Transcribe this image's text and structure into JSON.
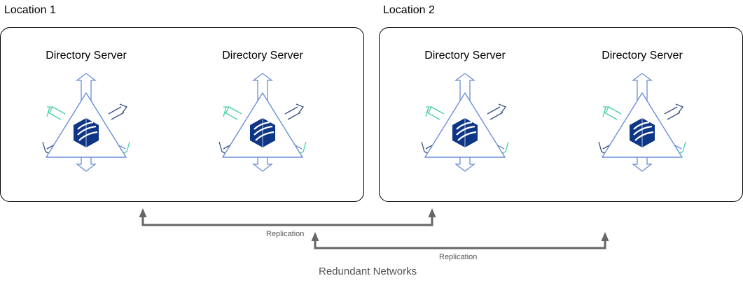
{
  "locations": [
    {
      "label": "Location 1",
      "servers": [
        {
          "label": "Directory Server",
          "icon": "directory-server-icon"
        },
        {
          "label": "Directory Server",
          "icon": "directory-server-icon"
        }
      ]
    },
    {
      "label": "Location 2",
      "servers": [
        {
          "label": "Directory Server",
          "icon": "directory-server-icon"
        },
        {
          "label": "Directory Server",
          "icon": "directory-server-icon"
        }
      ]
    }
  ],
  "links": [
    {
      "label": "Replication"
    },
    {
      "label": "Replication"
    }
  ],
  "network_label": "Redundant Networks",
  "colors": {
    "icon_blue": "#6b8fd6",
    "icon_navy": "#3d4f86",
    "icon_green": "#45d0a6",
    "logo_navy": "#0e3687",
    "connector": "#666666"
  }
}
